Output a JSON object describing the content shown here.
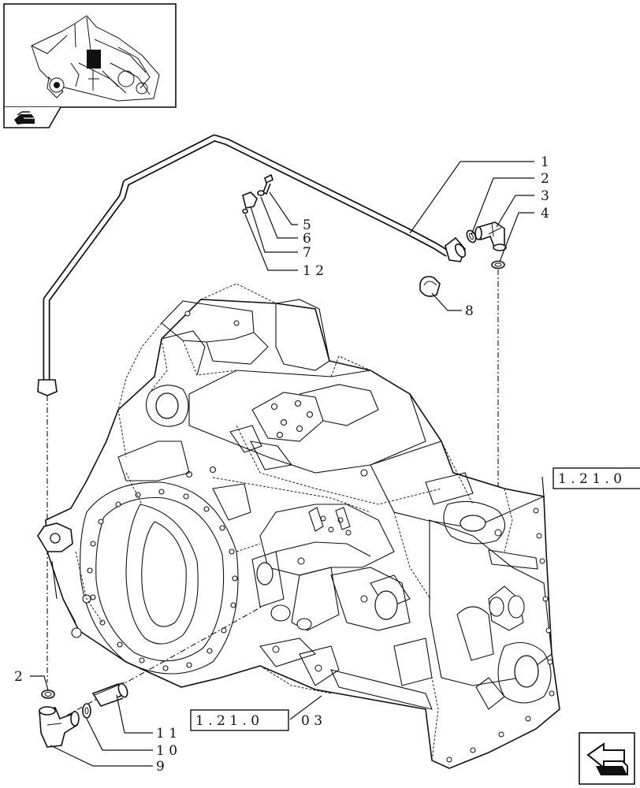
{
  "callouts": {
    "c1": "1",
    "c2": "2",
    "c3": "3",
    "c4": "4",
    "c5": "5",
    "c6": "6",
    "c7": "7",
    "c12": "1 2",
    "c8": "8",
    "c2b": "2",
    "c11": "1 1",
    "c10": "1 0",
    "c9": "9"
  },
  "refs": {
    "ref_right": "1 . 2 1 . 0",
    "ref_bottom_box": "1 . 2 1 . 0",
    "ref_bottom_tail": "0 3"
  },
  "icons": {
    "thumb_nav": "page-back-icon",
    "nav": "next-page-arrow-icon"
  }
}
